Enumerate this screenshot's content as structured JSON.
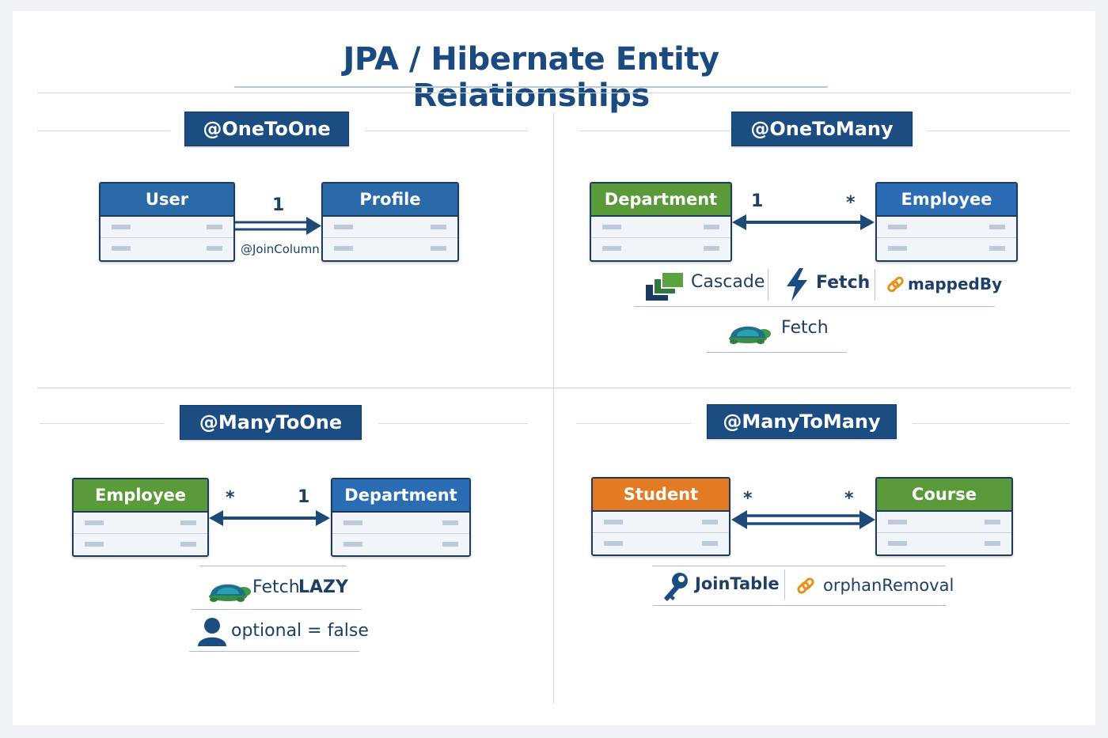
{
  "title": "JPA / Hibernate  Entity Relationships",
  "colors": {
    "navy": "#1c4d82",
    "green": "#5a9a3a",
    "blue": "#2a6db5",
    "orange": "#e37b24",
    "line": "#1e4a78"
  },
  "sections": {
    "one_to_one": {
      "label": "@OneToOne",
      "left": "User",
      "right": "Profile",
      "right_mult": "1",
      "join_note": "@JoinColumn"
    },
    "one_to_many": {
      "label": "@OneToMany",
      "left": "Department",
      "right": "Employee",
      "left_mult": "1",
      "right_mult": "*",
      "options": {
        "cascade": "Cascade",
        "fetch": "Fetch",
        "mapped_by": "mappedBy",
        "fetch_lazy": "Fetch"
      }
    },
    "many_to_one": {
      "label": "@ManyToOne",
      "left": "Employee",
      "right": "Department",
      "left_mult": "*",
      "right_mult": "1",
      "options": {
        "fetch": "Fetch",
        "lazy": "LAZY",
        "optional": "optional = false"
      }
    },
    "many_to_many": {
      "label": "@ManyToMany",
      "left": "Student",
      "right": "Course",
      "left_mult": "*",
      "right_mult": "*",
      "options": {
        "join_table": "JoinTable",
        "orphan_removal": "orphanRemoval"
      }
    }
  },
  "icons": {
    "cascade": "stacked-layers-icon",
    "fetch": "lightning-bolt-icon",
    "mapped_by": "link-icon",
    "lazy": "turtle-icon",
    "optional": "user-icon",
    "join_table": "key-icon",
    "orphan_removal": "link-icon"
  }
}
